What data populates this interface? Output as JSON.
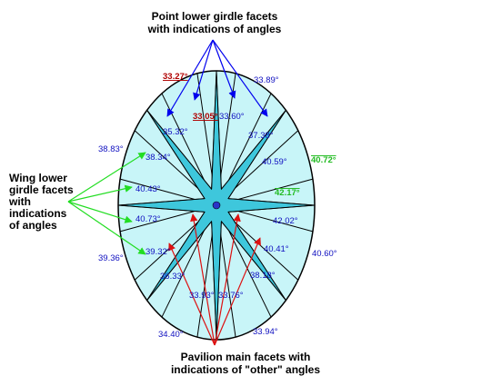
{
  "captions": {
    "top_line1": "Point lower girdle facets",
    "top_line2": "with indications of angles",
    "left_line1": "Wing lower",
    "left_line2": "girdle facets",
    "left_line3": "with",
    "left_line4": "indications",
    "left_line5": "of angles",
    "bottom_line1": "Pavilion main facets with",
    "bottom_line2": "indications of \"other\" angles"
  },
  "angles": [
    {
      "text": "33.27°",
      "color": "#b00000",
      "style": "red-underline"
    },
    {
      "text": "33.89°",
      "color": "#1010c0"
    },
    {
      "text": "35.32°",
      "color": "#1010c0"
    },
    {
      "text": "33.05°",
      "color": "#b00000",
      "style": "red-underline"
    },
    {
      "text": "33.60°",
      "color": "#1010c0"
    },
    {
      "text": "37.38°",
      "color": "#1010c0"
    },
    {
      "text": "38.83°",
      "color": "#1010c0"
    },
    {
      "text": "38.34°",
      "color": "#1010c0"
    },
    {
      "text": "40.59°",
      "color": "#1010c0"
    },
    {
      "text": "40.72°",
      "color": "#22bb22",
      "style": "green-overline"
    },
    {
      "text": "40.43°",
      "color": "#1010c0"
    },
    {
      "text": "42.17°",
      "color": "#22bb22",
      "style": "green-overline"
    },
    {
      "text": "40.73°",
      "color": "#1010c0"
    },
    {
      "text": "42.02°",
      "color": "#1010c0"
    },
    {
      "text": "39.36°",
      "color": "#1010c0"
    },
    {
      "text": "39.32°",
      "color": "#1010c0"
    },
    {
      "text": "40.41°",
      "color": "#1010c0"
    },
    {
      "text": "40.60°",
      "color": "#1010c0"
    },
    {
      "text": "36.33°",
      "color": "#1010c0"
    },
    {
      "text": "38.18°",
      "color": "#1010c0"
    },
    {
      "text": "33.93°",
      "color": "#1010c0"
    },
    {
      "text": "33.76°",
      "color": "#1010c0"
    },
    {
      "text": "34.40°",
      "color": "#1010c0"
    },
    {
      "text": "33.94°",
      "color": "#1010c0"
    }
  ],
  "colors": {
    "facet_fill": "#c8f5f8",
    "star_fill": "#3ec7dc",
    "outline": "#000000",
    "point_arrows": "#0000ee",
    "wing_arrows": "#22dd22",
    "main_arrows": "#dd1111"
  }
}
